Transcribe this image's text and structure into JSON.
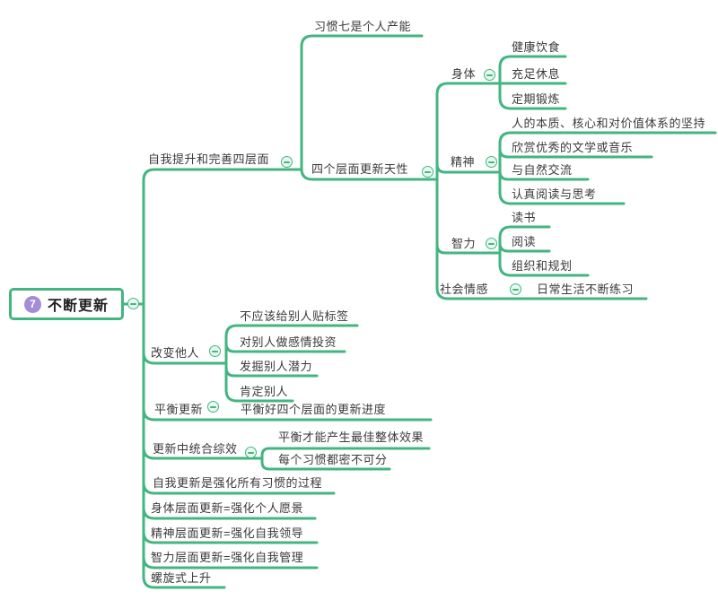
{
  "app": {
    "type": "mindmap"
  },
  "colors": {
    "branch_line": "#43b581",
    "root_border": "#43b581",
    "badge_background": "#a58cd4",
    "badge_text": "#ffffff",
    "node_text": "#3a3a3a",
    "collapse_fill": "#eaf9f0"
  },
  "tree": {
    "badge": "7",
    "label": "不断更新",
    "children": [
      {
        "label": "自我提升和完善四层面",
        "children": [
          {
            "label": "习惯七是个人产能"
          },
          {
            "label": "四个层面更新天性",
            "children": [
              {
                "label": "身体",
                "children": [
                  {
                    "label": "健康饮食"
                  },
                  {
                    "label": "充足休息"
                  },
                  {
                    "label": "定期锻炼"
                  }
                ]
              },
              {
                "label": "精神",
                "children": [
                  {
                    "label": "人的本质、核心和对价值体系的坚持"
                  },
                  {
                    "label": "欣赏优秀的文学或音乐"
                  },
                  {
                    "label": "与自然交流"
                  },
                  {
                    "label": "认真阅读与思考"
                  }
                ]
              },
              {
                "label": "智力",
                "children": [
                  {
                    "label": "读书"
                  },
                  {
                    "label": "阅读"
                  },
                  {
                    "label": "组织和规划"
                  }
                ]
              },
              {
                "label": "社会情感",
                "children": [
                  {
                    "label": "日常生活不断练习"
                  }
                ]
              }
            ]
          }
        ]
      },
      {
        "label": "改变他人",
        "children": [
          {
            "label": "不应该给别人贴标签"
          },
          {
            "label": "对别人做感情投资"
          },
          {
            "label": "发掘别人潜力"
          },
          {
            "label": "肯定别人"
          }
        ]
      },
      {
        "label": "平衡更新",
        "children": [
          {
            "label": "平衡好四个层面的更新进度"
          }
        ]
      },
      {
        "label": "更新中统合综效",
        "children": [
          {
            "label": "平衡才能产生最佳整体效果"
          },
          {
            "label": "每个习惯都密不可分"
          }
        ]
      },
      {
        "label": "自我更新是强化所有习惯的过程"
      },
      {
        "label": "身体层面更新=强化个人愿景"
      },
      {
        "label": "精神层面更新=强化自我领导"
      },
      {
        "label": "智力层面更新=强化自我管理"
      },
      {
        "label": "螺旋式上升"
      }
    ]
  }
}
